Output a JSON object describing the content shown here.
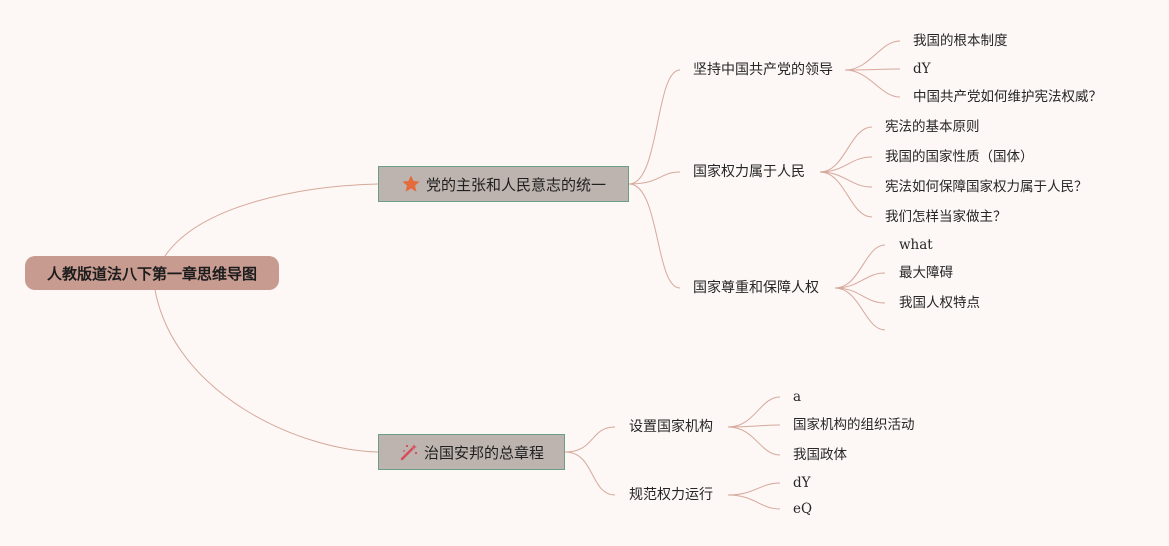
{
  "root": {
    "label": "人教版道法八下第一章思维导图"
  },
  "branches": [
    {
      "label": "党的主张和人民意志的统一",
      "icon": "star-icon",
      "icon_color": "#e46b3b",
      "children": [
        {
          "label": "坚持中国共产党的领导",
          "leaves": [
            "我国的根本制度",
            "dY",
            "中国共产党如何维护宪法权威？"
          ]
        },
        {
          "label": "国家权力属于人民",
          "leaves": [
            "宪法的基本原则",
            "我国的国家性质（国体）",
            "宪法如何保障国家权力属于人民？",
            "我们怎样当家做主？"
          ]
        },
        {
          "label": "国家尊重和保障人权",
          "leaves": [
            "what",
            "最大障碍",
            "我国人权特点",
            ""
          ]
        }
      ]
    },
    {
      "label": "治国安邦的总章程",
      "icon": "magic-wand-icon",
      "icon_color": "#d94a5a",
      "children": [
        {
          "label": "设置国家机构",
          "leaves": [
            "a",
            "国家机构的组织活动",
            "我国政体"
          ]
        },
        {
          "label": "规范权力运行",
          "leaves": [
            "dY",
            "eQ"
          ]
        }
      ]
    }
  ],
  "colors": {
    "background": "#fdf7f6",
    "root_fill": "#c79b90",
    "branch_fill": "#bdb4b0",
    "branch_border": "#6c9e85",
    "connector": "#d6a99b"
  }
}
